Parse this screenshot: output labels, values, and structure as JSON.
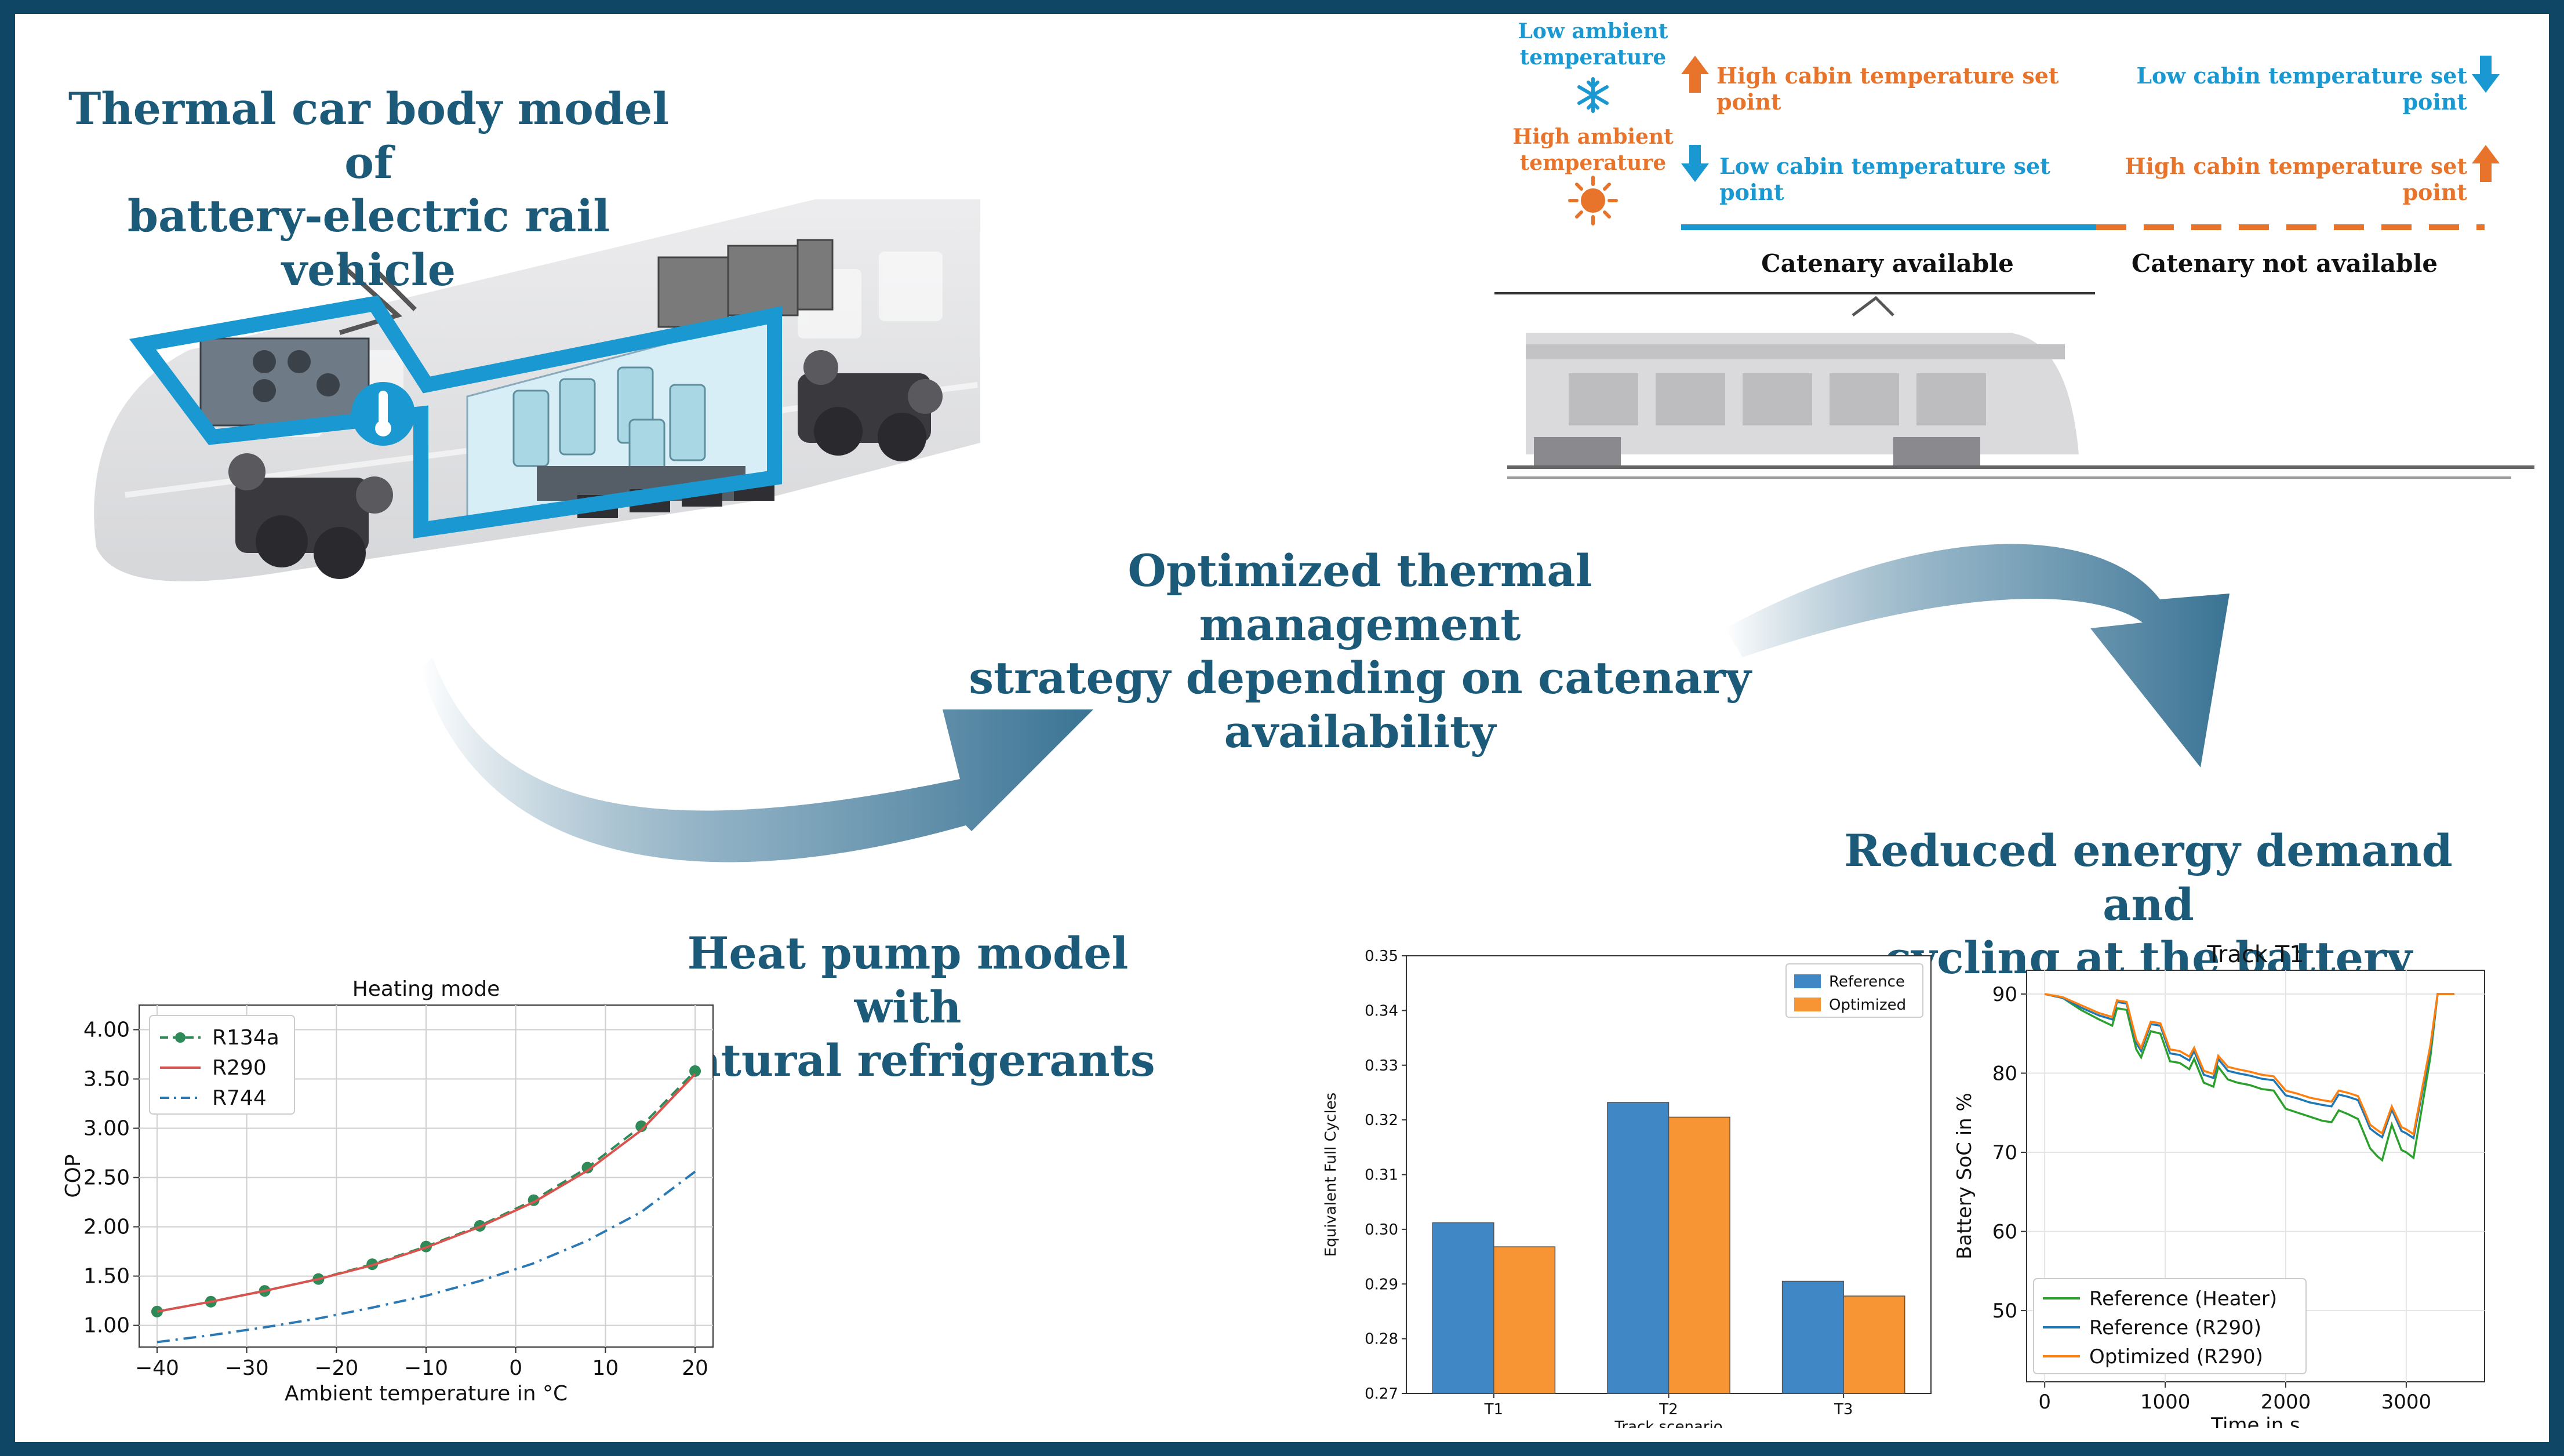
{
  "colors": {
    "border": "#0f4665",
    "title": "#1c5a7a",
    "blue": "#1a98d2",
    "orange": "#e8742c",
    "arrow": "#3a7394"
  },
  "titles": {
    "t1_l1": "Thermal car body model of",
    "t1_l2": "battery-electric rail vehicle",
    "t2_l1": "Optimized thermal management",
    "t2_l2": "strategy depending on catenary",
    "t2_l3": "availability",
    "t3_l1": "Heat pump model with",
    "t3_l2": "natural refrigerants",
    "t4_l1": "Reduced energy demand and",
    "t4_l2": "cycling at the battery"
  },
  "strategy": {
    "low_ambient_l1": "Low ambient",
    "low_ambient_l2": "temperature",
    "high_ambient_l1": "High ambient",
    "high_ambient_l2": "temperature",
    "row1_left": "High cabin temperature set point",
    "row1_right": "Low cabin temperature set point",
    "row2_left": "Low cabin temperature set point",
    "row2_right": "High cabin temperature set point",
    "catenary_available": "Catenary available",
    "catenary_not_available": "Catenary not available",
    "icons": [
      "snowflake-icon",
      "sun-icon",
      "arrow-up-icon",
      "arrow-down-icon"
    ]
  },
  "chart_data": [
    {
      "type": "line",
      "title": "Heating mode",
      "xlabel": "Ambient temperature in °C",
      "ylabel": "COP",
      "xlim": [
        -42,
        22
      ],
      "ylim": [
        0.78,
        4.25
      ],
      "xticks": [
        -40,
        -30,
        -20,
        -10,
        0,
        10,
        20
      ],
      "xtick_labels": [
        "−40",
        "−30",
        "−20",
        "−10",
        "0",
        "10",
        "20"
      ],
      "yticks": [
        1.0,
        1.5,
        2.0,
        2.5,
        3.0,
        3.5,
        4.0
      ],
      "ytick_labels": [
        "1.00",
        "1.50",
        "2.00",
        "2.50",
        "3.00",
        "3.50",
        "4.00"
      ],
      "grid": true,
      "legend": "upper-left",
      "x": [
        -40,
        -34,
        -28,
        -22,
        -16,
        -10,
        -4,
        2,
        8,
        14,
        20
      ],
      "series": [
        {
          "name": "R134a",
          "color": "#2e8b57",
          "style": "dashed-marker",
          "values": [
            1.14,
            1.24,
            1.35,
            1.47,
            1.62,
            1.8,
            2.01,
            2.27,
            2.6,
            3.02,
            3.58
          ]
        },
        {
          "name": "R290",
          "color": "#d9534f",
          "style": "solid",
          "values": [
            1.14,
            1.24,
            1.35,
            1.47,
            1.61,
            1.79,
            2.0,
            2.25,
            2.57,
            2.98,
            3.55
          ]
        },
        {
          "name": "R744",
          "color": "#2a78b4",
          "style": "dashdot",
          "values": [
            0.83,
            0.9,
            0.98,
            1.07,
            1.18,
            1.3,
            1.45,
            1.63,
            1.86,
            2.15,
            2.56
          ]
        }
      ]
    },
    {
      "type": "bar",
      "title": "",
      "xlabel": "Track scenario",
      "ylabel": "Equivalent Full Cycles",
      "categories": [
        "T1",
        "T2",
        "T3"
      ],
      "ylim": [
        0.27,
        0.35
      ],
      "yticks": [
        0.27,
        0.28,
        0.29,
        0.3,
        0.31,
        0.32,
        0.33,
        0.34,
        0.35
      ],
      "ytick_labels": [
        "0.27",
        "0.28",
        "0.29",
        "0.30",
        "0.31",
        "0.32",
        "0.33",
        "0.34",
        "0.35"
      ],
      "grid": false,
      "legend": "top-right",
      "series": [
        {
          "name": "Reference",
          "color": "#3f88c5",
          "values": [
            0.3012,
            0.3232,
            0.2905
          ]
        },
        {
          "name": "Optimized",
          "color": "#f79433",
          "values": [
            0.2968,
            0.3205,
            0.2878
          ]
        }
      ]
    },
    {
      "type": "line",
      "title": "Track T1",
      "xlabel": "Time in s",
      "ylabel": "Battery SoC in %",
      "xlim": [
        -150,
        3650
      ],
      "ylim": [
        41,
        93
      ],
      "xticks": [
        0,
        1000,
        2000,
        3000
      ],
      "yticks": [
        50,
        60,
        70,
        80,
        90
      ],
      "grid": true,
      "legend": "lower-left",
      "x": [
        0,
        150,
        300,
        450,
        560,
        600,
        680,
        760,
        800,
        880,
        960,
        1040,
        1120,
        1200,
        1240,
        1320,
        1400,
        1440,
        1520,
        1600,
        1700,
        1800,
        1900,
        2000,
        2100,
        2200,
        2300,
        2380,
        2440,
        2520,
        2600,
        2660,
        2700,
        2760,
        2800,
        2880,
        2960,
        3000,
        3060,
        3200,
        3260,
        3400
      ],
      "series": [
        {
          "name": "Reference (Heater)",
          "color": "#2ca02c",
          "values": [
            90,
            89.5,
            88,
            86.8,
            86,
            88.2,
            88,
            83,
            82,
            85.3,
            85,
            81.5,
            81.3,
            80.5,
            81.8,
            78.8,
            78.3,
            80.8,
            79.2,
            78.8,
            78.5,
            78,
            77.8,
            75.5,
            75,
            74.5,
            74,
            73.8,
            75.3,
            74.8,
            74.2,
            72,
            70.5,
            69.5,
            69,
            73.5,
            70.3,
            70,
            69.3,
            82,
            90,
            90
          ]
        },
        {
          "name": "Reference (R290)",
          "color": "#1f77b4",
          "values": [
            90,
            89.5,
            88.3,
            87.3,
            86.8,
            89,
            88.8,
            83.8,
            82.8,
            86.2,
            86,
            82.5,
            82.3,
            81.6,
            82.8,
            79.8,
            79.4,
            81.8,
            80.3,
            80,
            79.7,
            79.3,
            79.1,
            77.2,
            76.8,
            76.3,
            76,
            75.8,
            77.3,
            77,
            76.6,
            74.5,
            73,
            72.3,
            71.9,
            75.4,
            72.7,
            72.4,
            71.8,
            83,
            90,
            90
          ]
        },
        {
          "name": "Optimized (R290)",
          "color": "#ff7f0e",
          "values": [
            90,
            89.6,
            88.6,
            87.6,
            87.1,
            89.2,
            89,
            84.2,
            83.2,
            86.5,
            86.3,
            83,
            82.8,
            82.1,
            83.2,
            80.3,
            79.9,
            82.2,
            80.8,
            80.5,
            80.2,
            79.8,
            79.6,
            77.8,
            77.4,
            76.9,
            76.6,
            76.4,
            77.8,
            77.5,
            77.1,
            75,
            73.5,
            72.8,
            72.4,
            75.8,
            73.2,
            72.9,
            72.3,
            83.5,
            90,
            90
          ]
        }
      ]
    }
  ]
}
